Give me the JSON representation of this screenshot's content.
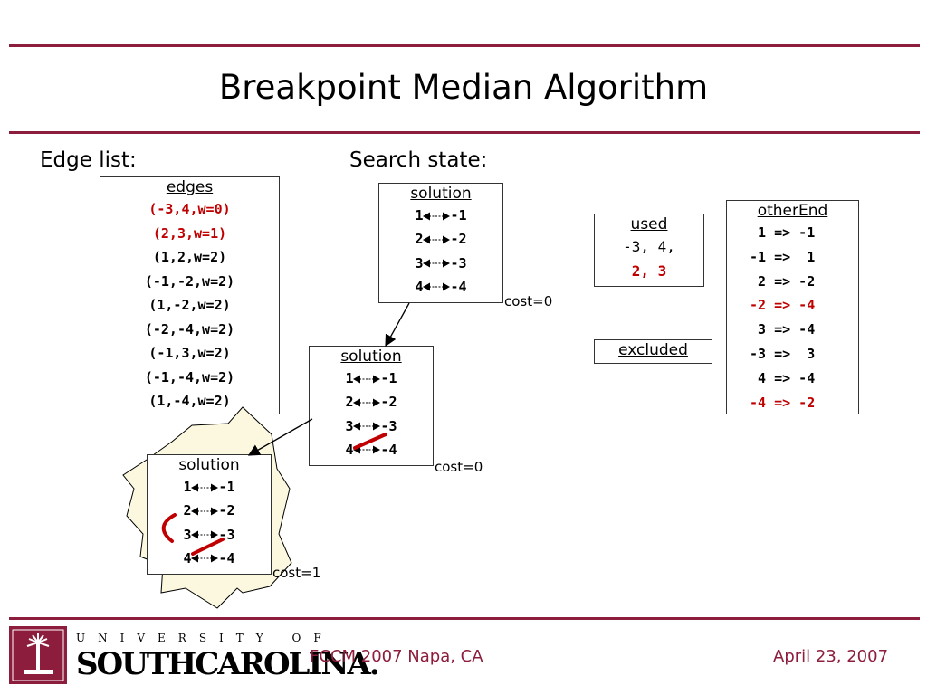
{
  "title": "Breakpoint Median Algorithm",
  "labels": {
    "edge_list": "Edge list:",
    "search_state": "Search state:"
  },
  "edges": {
    "heading": "edges",
    "items": [
      {
        "text": "(-3,4,w=0)",
        "highlight": true
      },
      {
        "text": "(2,3,w=1)",
        "highlight": true
      },
      {
        "text": "(1,2,w=2)",
        "highlight": false
      },
      {
        "text": "(-1,-2,w=2)",
        "highlight": false
      },
      {
        "text": "(1,-2,w=2)",
        "highlight": false
      },
      {
        "text": "(-2,-4,w=2)",
        "highlight": false
      },
      {
        "text": "(-1,3,w=2)",
        "highlight": false
      },
      {
        "text": "(-1,-4,w=2)",
        "highlight": false
      },
      {
        "text": "(1,-4,w=2)",
        "highlight": false
      }
    ]
  },
  "solutions": [
    {
      "heading": "solution",
      "cost": "cost=0",
      "pairs": [
        {
          "left": "1",
          "right": "-1"
        },
        {
          "left": "2",
          "right": "-2"
        },
        {
          "left": "3",
          "right": "-3"
        },
        {
          "left": "4",
          "right": "-4"
        }
      ]
    },
    {
      "heading": "solution",
      "cost": "cost=0",
      "pairs": [
        {
          "left": "1",
          "right": "-1"
        },
        {
          "left": "2",
          "right": "-2"
        },
        {
          "left": "3",
          "right": "-3"
        },
        {
          "left": "4",
          "right": "-4"
        }
      ]
    },
    {
      "heading": "solution",
      "cost": "cost=1",
      "pairs": [
        {
          "left": "1",
          "right": "-1"
        },
        {
          "left": "2",
          "right": "-2"
        },
        {
          "left": "3",
          "right": "-3"
        },
        {
          "left": "4",
          "right": "-4"
        }
      ]
    }
  ],
  "used": {
    "heading": "used",
    "line1": "-3, 4,",
    "line2": "2, 3"
  },
  "excluded": {
    "heading": "excluded"
  },
  "other_end": {
    "heading": "otherEnd",
    "rows": [
      {
        "text": " 1 => -1",
        "highlight": false
      },
      {
        "text": "-1 =>  1",
        "highlight": false
      },
      {
        "text": " 2 => -2",
        "highlight": false
      },
      {
        "text": "-2 => -4",
        "highlight": true
      },
      {
        "text": " 3 => -4",
        "highlight": false
      },
      {
        "text": "-3 =>  3",
        "highlight": false
      },
      {
        "text": " 4 => -4",
        "highlight": false
      },
      {
        "text": "-4 => -2",
        "highlight": true
      }
    ]
  },
  "footer": {
    "logo_small": "UNIVERSITY OF",
    "logo_big": "SOUTHCAROLINA.",
    "conference": "FCCM 2007  Napa, CA",
    "date": "April 23, 2007"
  },
  "colors": {
    "accent": "#8c1d3c",
    "highlight": "#c00000",
    "starburst_fill": "#fbf8df"
  }
}
